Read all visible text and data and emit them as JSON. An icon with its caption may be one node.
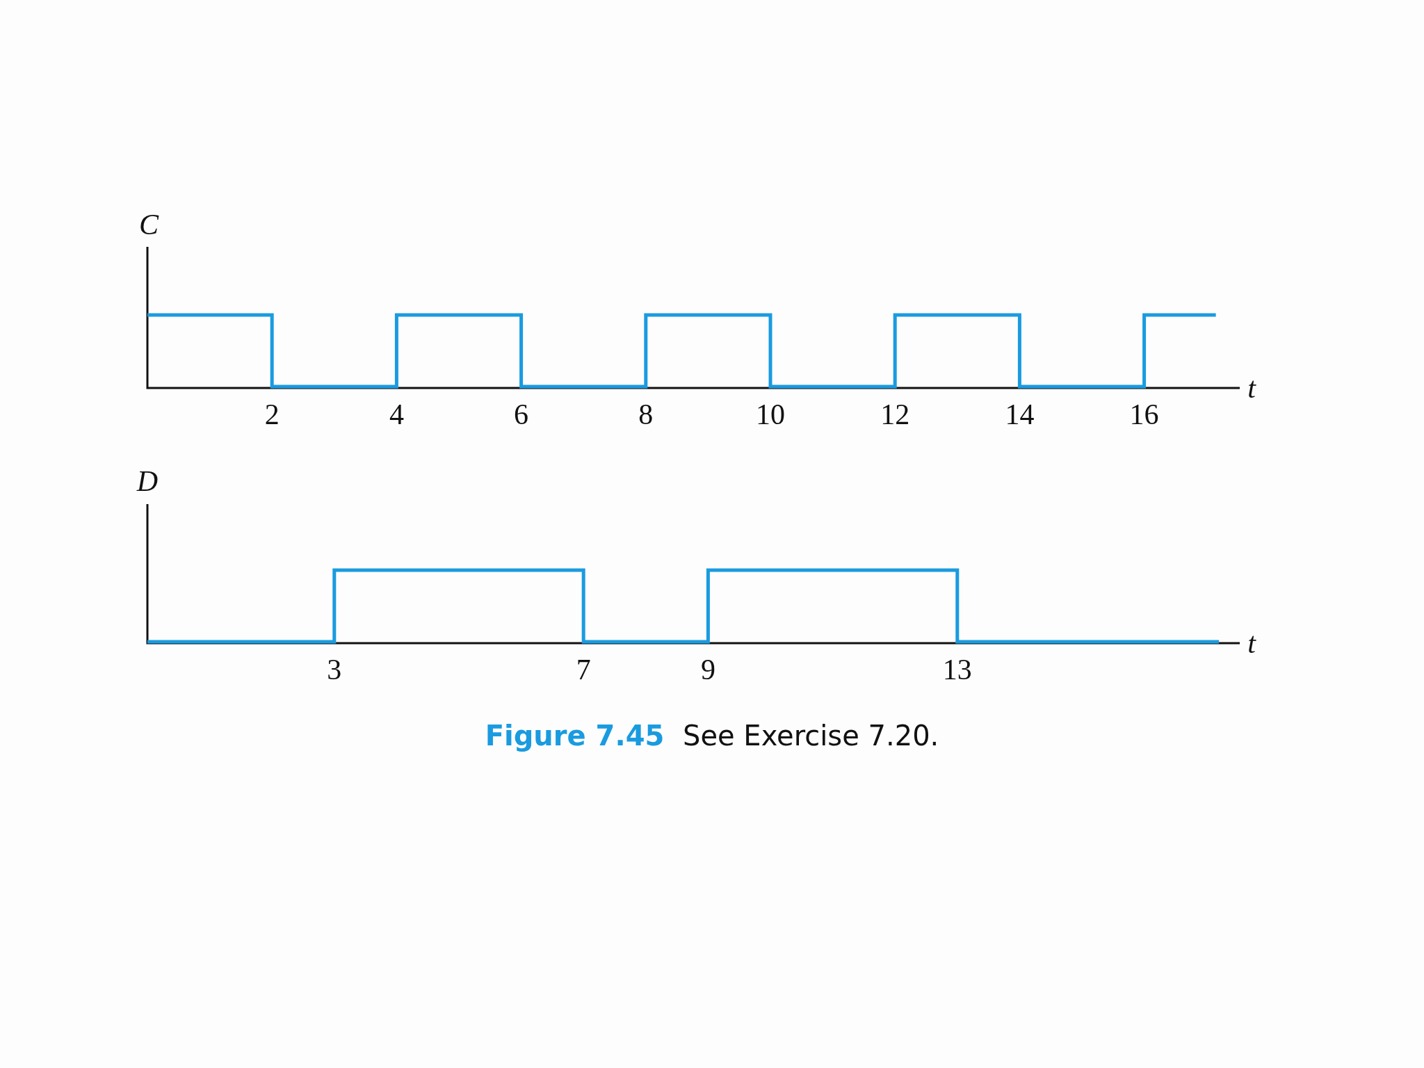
{
  "diagram": {
    "caption": "**Figure 7.45** See Exercise 7.20.",
    "labels": [
      "C",
      "t",
      "2",
      "4",
      "6",
      "8",
      "10",
      "12",
      "14",
      "16",
      "D",
      "t",
      "3",
      "7",
      "9",
      "13"
    ]
  }
}
